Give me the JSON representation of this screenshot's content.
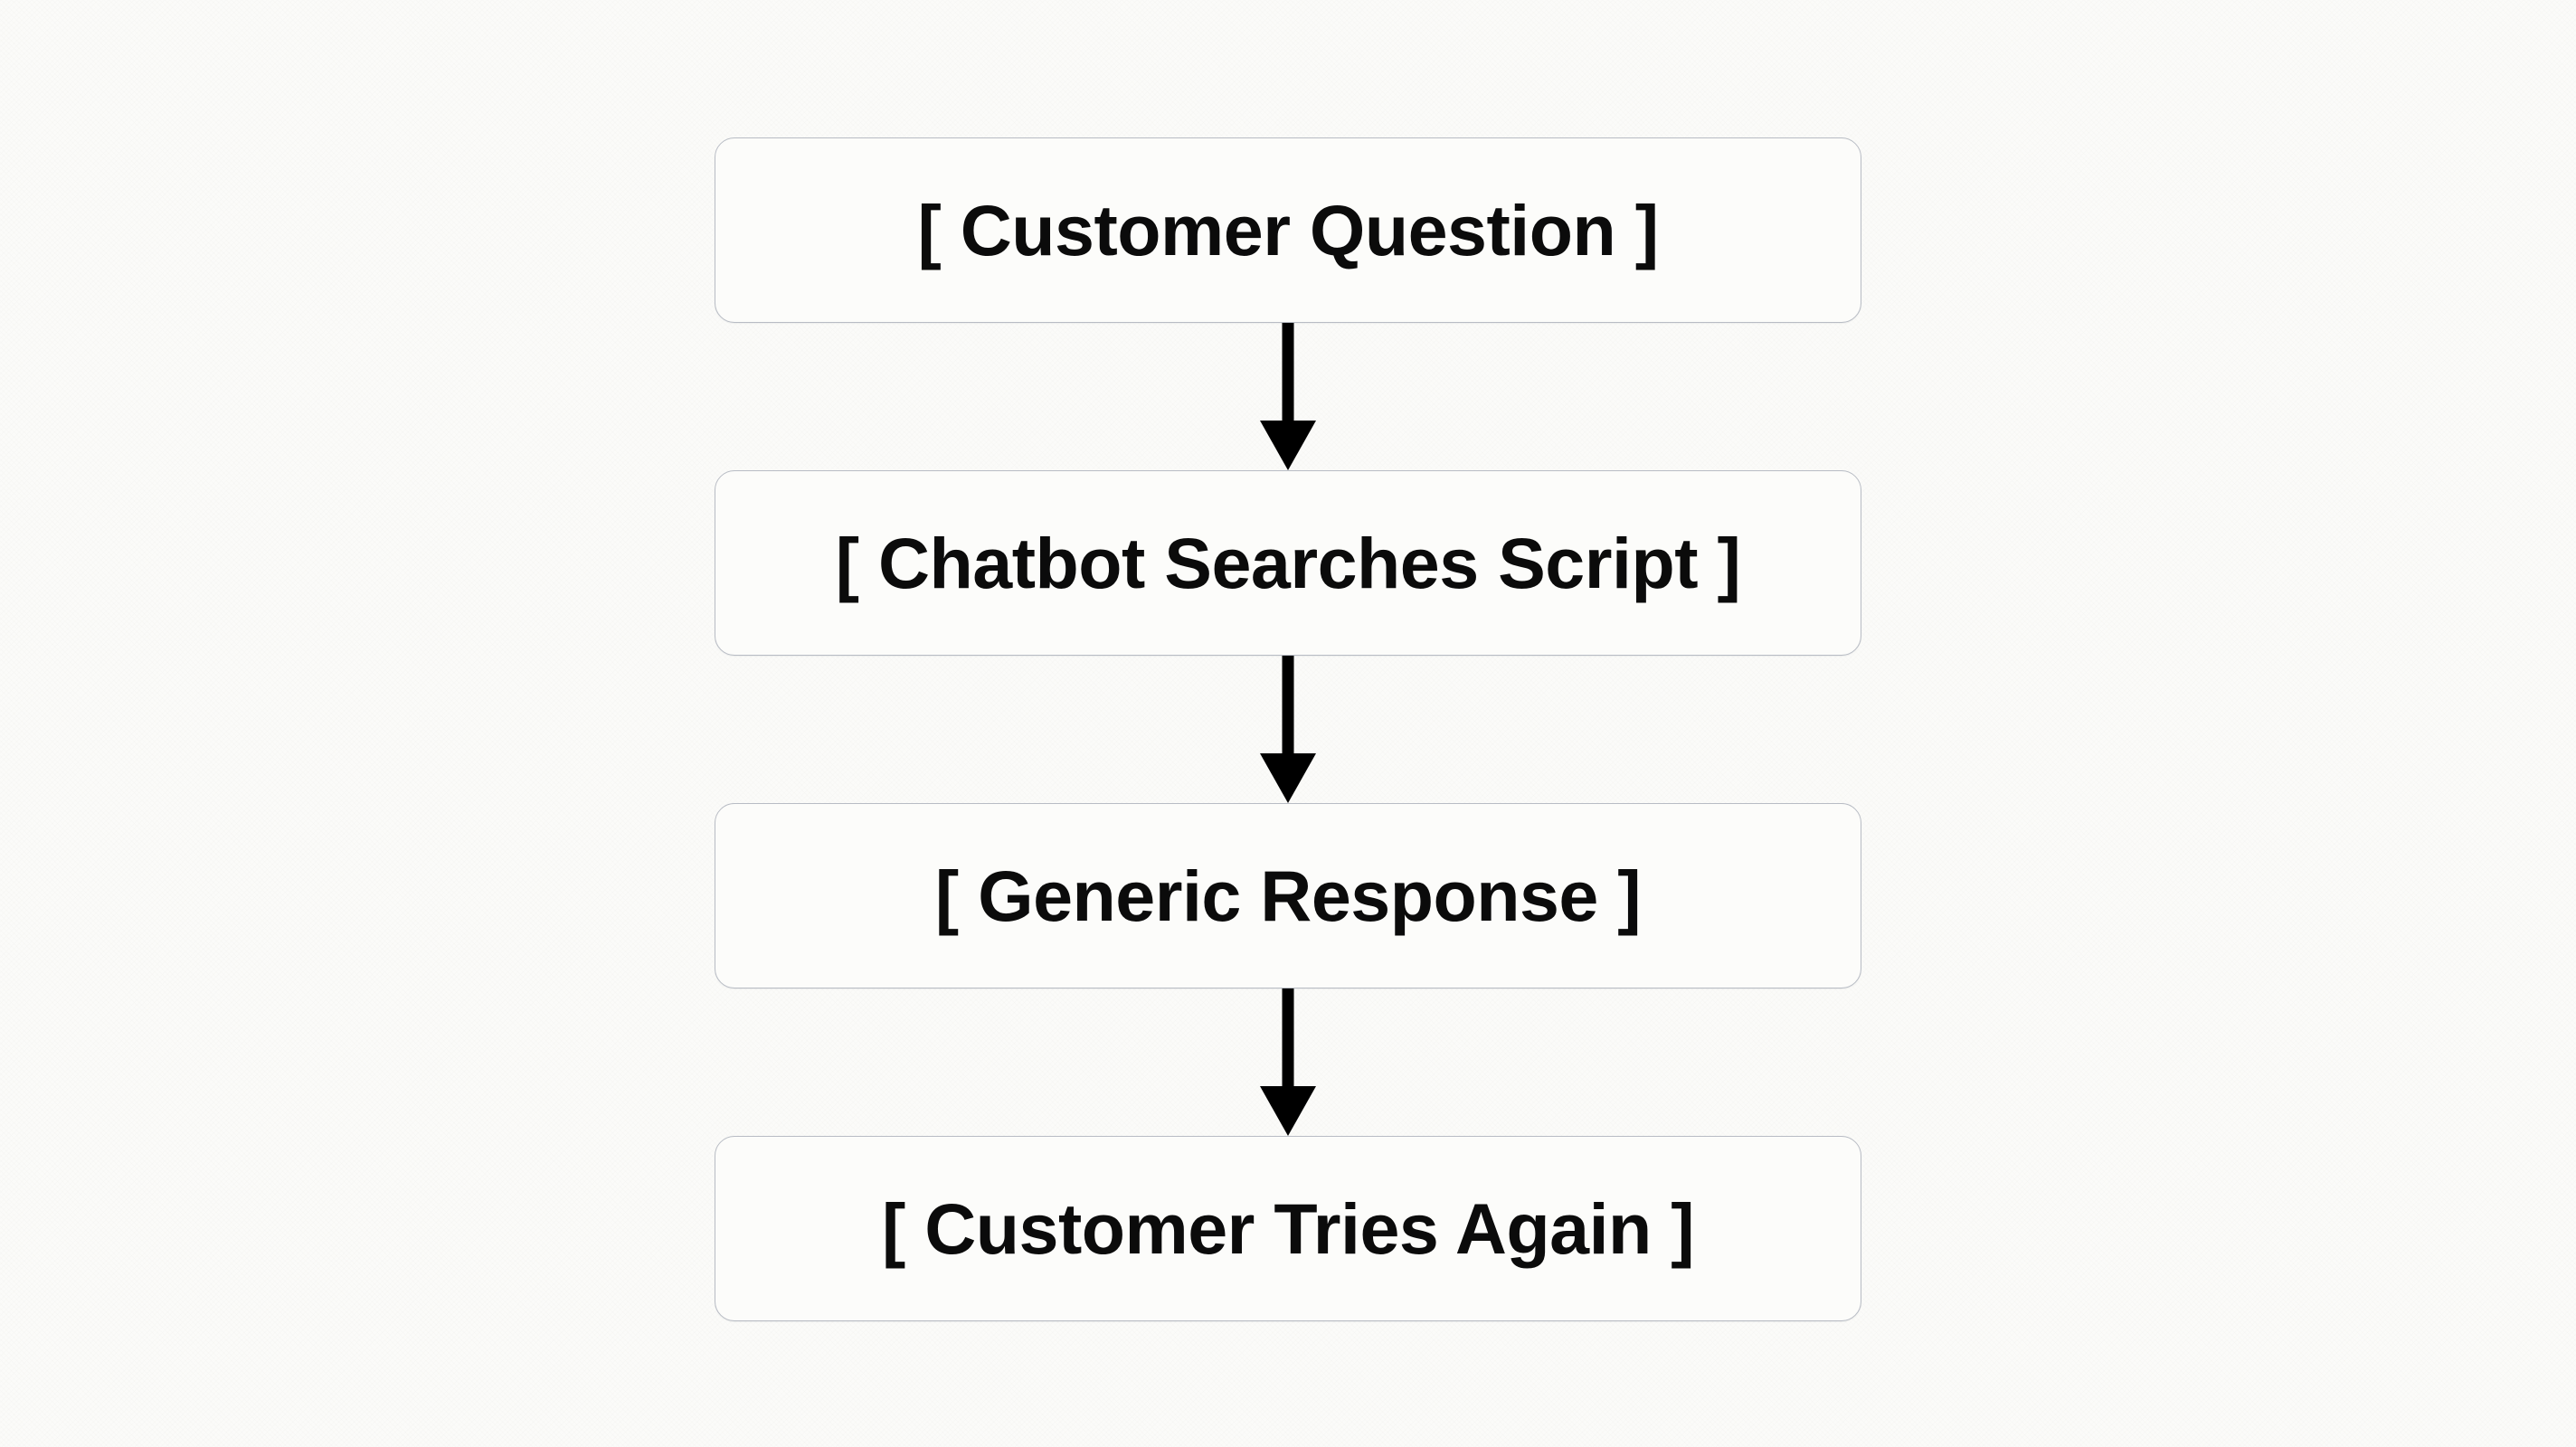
{
  "diagram": {
    "type": "flowchart",
    "orientation": "vertical-top-to-bottom",
    "background_color": "#fbfbf9",
    "node_border_color": "#b8bcc4",
    "node_fill_color": "#fcfcfa",
    "text_color": "#0b0b0b",
    "arrow_color": "#000000",
    "nodes": [
      {
        "id": "customer-question",
        "label": "[ Customer Question ]"
      },
      {
        "id": "chatbot-searches-script",
        "label": "[ Chatbot Searches Script ]"
      },
      {
        "id": "generic-response",
        "label": "[ Generic Response ]"
      },
      {
        "id": "customer-tries-again",
        "label": "[ Customer Tries Again ]"
      }
    ],
    "connectors": [
      {
        "id": "arrow-1",
        "icon": "arrow-down-icon",
        "from": "customer-question",
        "to": "chatbot-searches-script"
      },
      {
        "id": "arrow-2",
        "icon": "arrow-down-icon",
        "from": "chatbot-searches-script",
        "to": "generic-response"
      },
      {
        "id": "arrow-3",
        "icon": "arrow-down-icon",
        "from": "generic-response",
        "to": "customer-tries-again"
      }
    ]
  }
}
